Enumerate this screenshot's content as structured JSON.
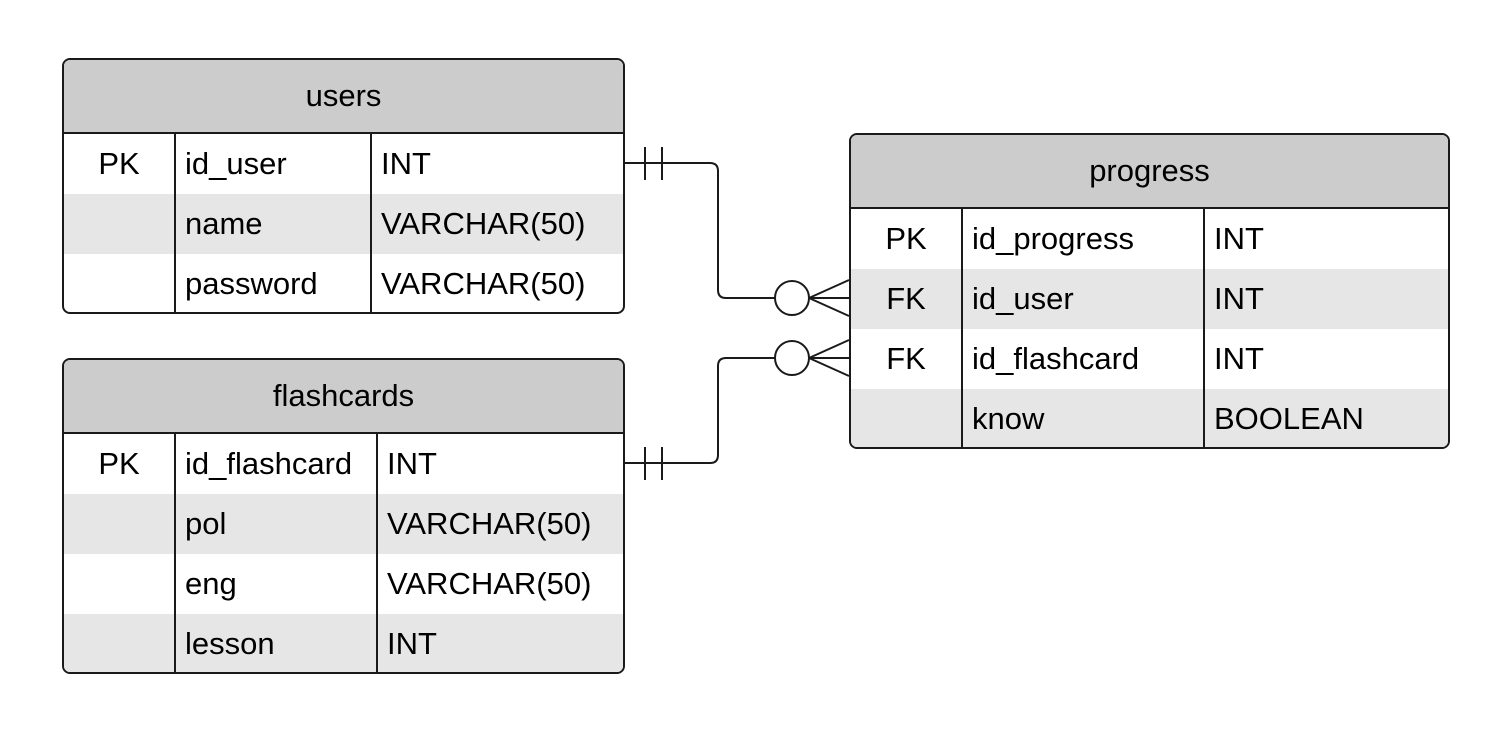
{
  "entities": {
    "users": {
      "title": "users",
      "rows": [
        {
          "key": "PK",
          "column": "id_user",
          "type": "INT"
        },
        {
          "key": "",
          "column": "name",
          "type": "VARCHAR(50)"
        },
        {
          "key": "",
          "column": "password",
          "type": "VARCHAR(50)"
        }
      ]
    },
    "flashcards": {
      "title": "flashcards",
      "rows": [
        {
          "key": "PK",
          "column": "id_flashcard",
          "type": "INT"
        },
        {
          "key": "",
          "column": "pol",
          "type": "VARCHAR(50)"
        },
        {
          "key": "",
          "column": "eng",
          "type": "VARCHAR(50)"
        },
        {
          "key": "",
          "column": "lesson",
          "type": "INT"
        }
      ]
    },
    "progress": {
      "title": "progress",
      "rows": [
        {
          "key": "PK",
          "column": "id_progress",
          "type": "INT"
        },
        {
          "key": "FK",
          "column": "id_user",
          "type": "INT"
        },
        {
          "key": "FK",
          "column": "id_flashcard",
          "type": "INT"
        },
        {
          "key": "",
          "column": "know",
          "type": "BOOLEAN"
        }
      ]
    }
  },
  "relationships": [
    {
      "from": "users.id_user",
      "from_cardinality": "exactly-one",
      "to": "progress.id_user",
      "to_cardinality": "zero-or-many"
    },
    {
      "from": "flashcards.id_flashcard",
      "from_cardinality": "exactly-one",
      "to": "progress.id_flashcard",
      "to_cardinality": "zero-or-many"
    }
  ]
}
